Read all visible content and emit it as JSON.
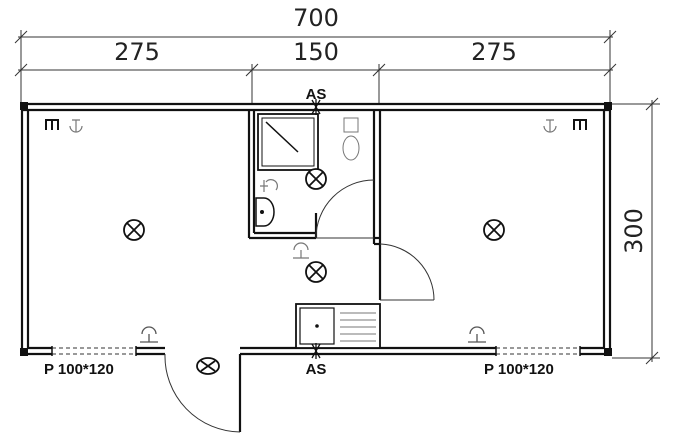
{
  "dimensions": {
    "overall": "700",
    "left": "275",
    "middle": "150",
    "right": "275",
    "height": "300"
  },
  "labels": {
    "as_top": "AS",
    "as_bottom": "AS",
    "window_left": "P 100*120",
    "window_right": "P 100*120"
  }
}
